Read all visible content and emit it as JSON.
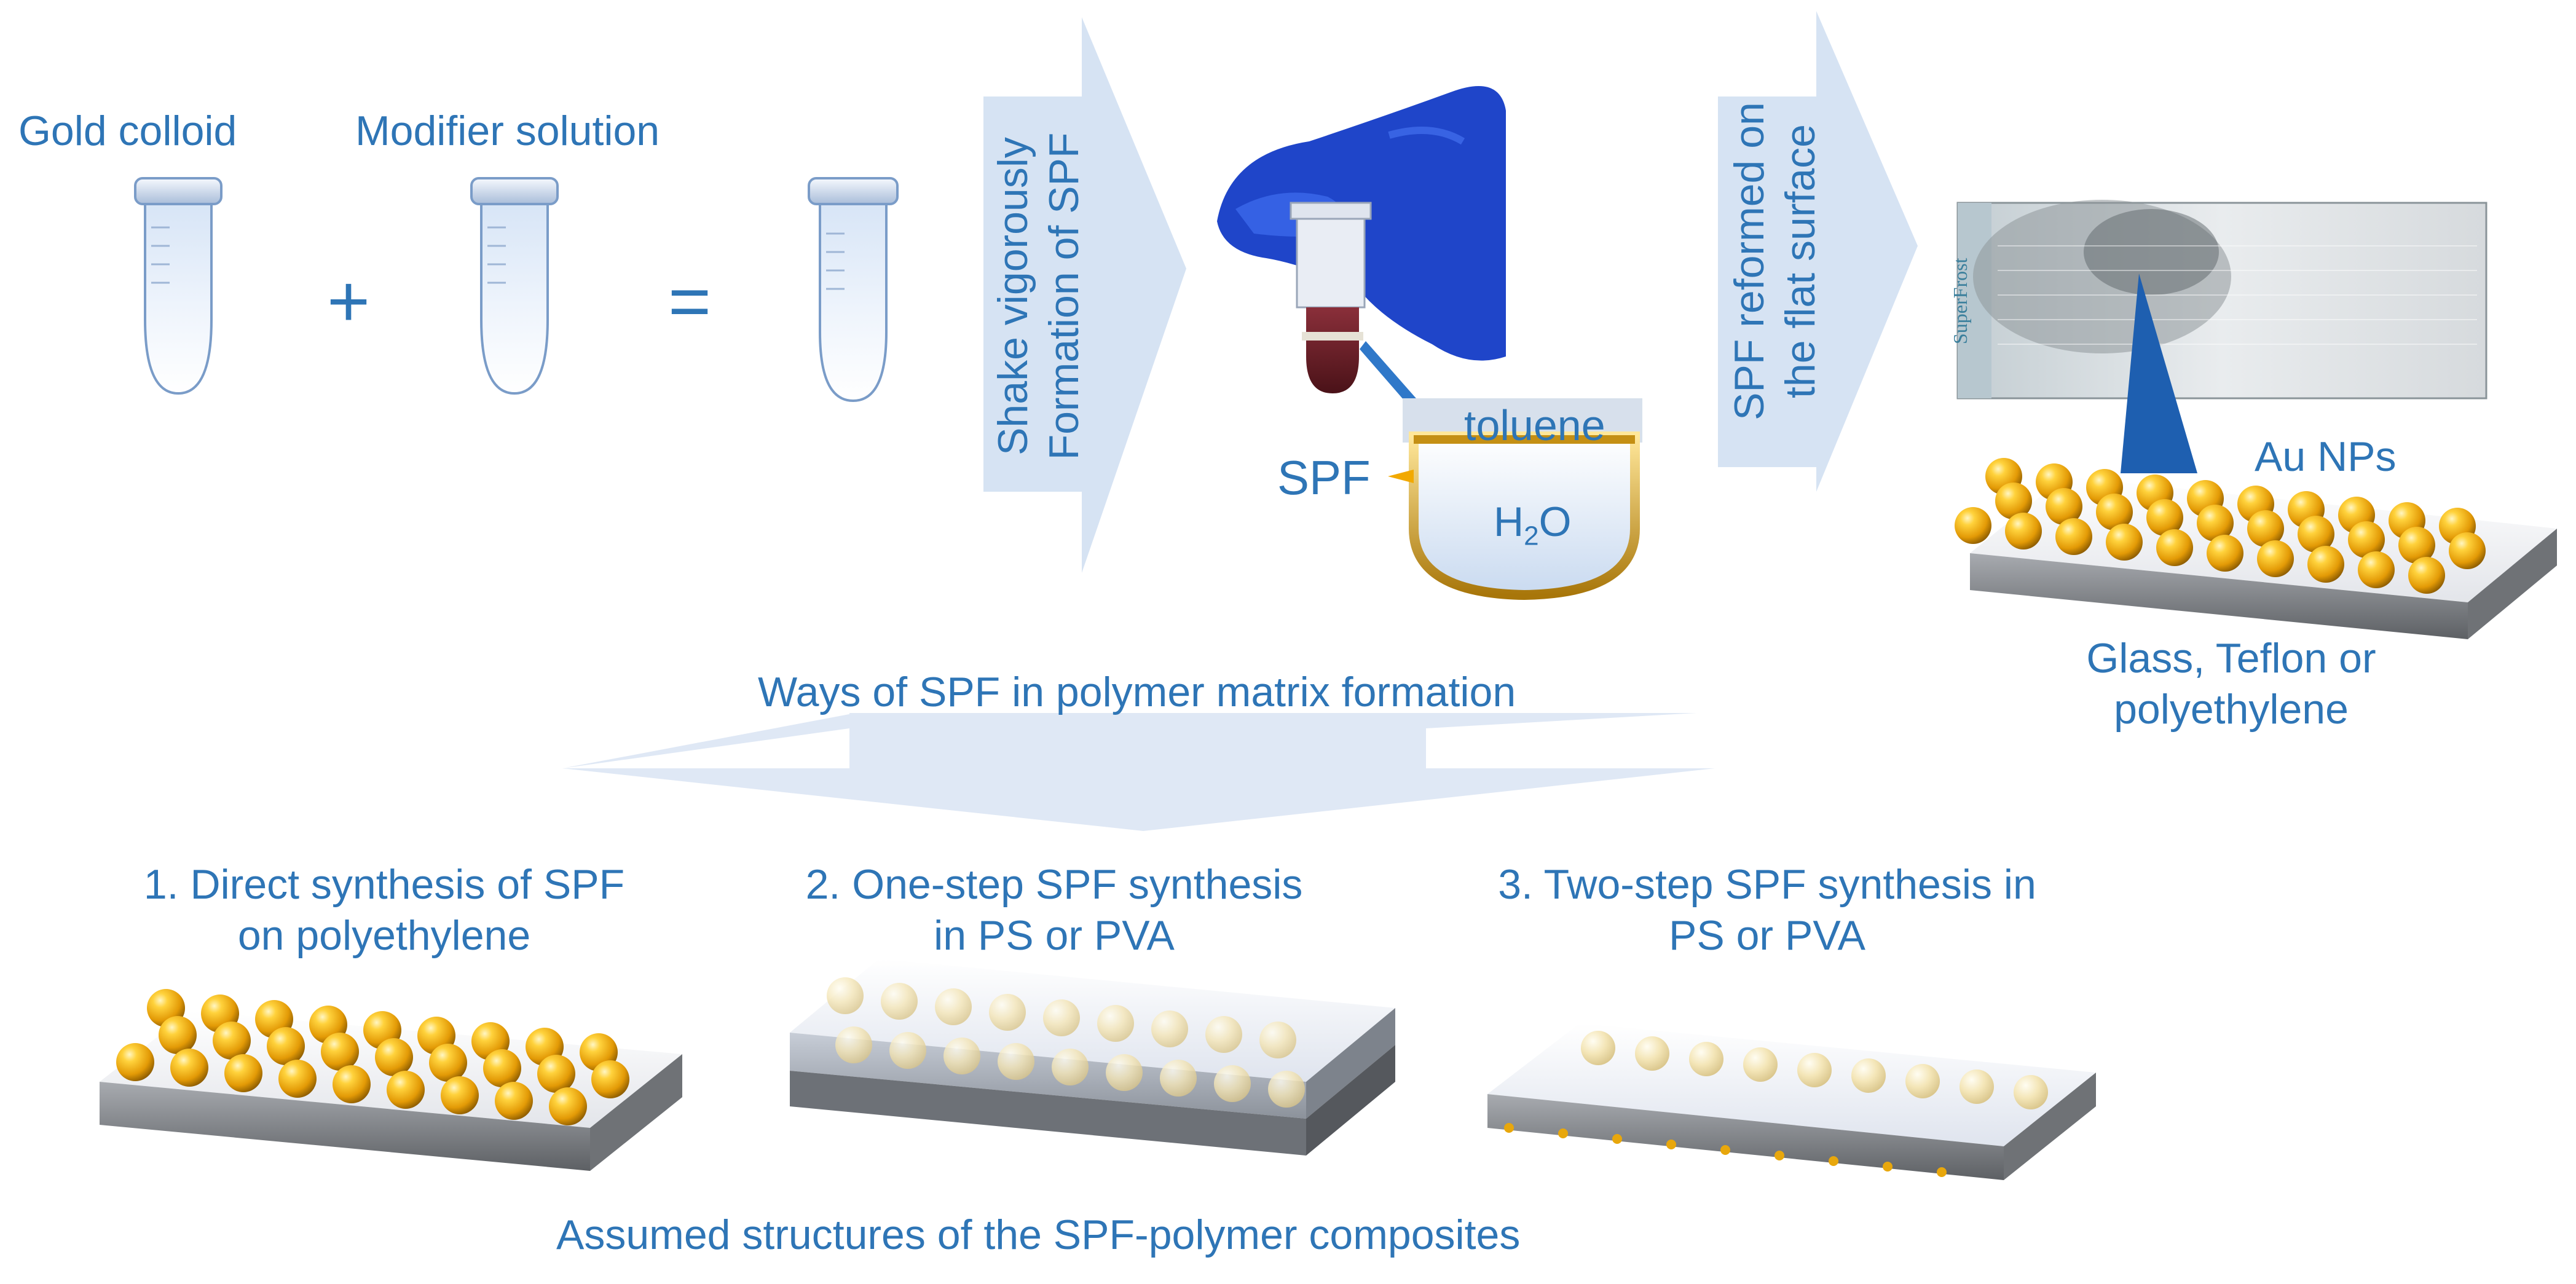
{
  "colors": {
    "label_text": "#2e75b6",
    "arrow_fill": "#d6e3f3",
    "gold_nanoparticle": "#e8a70c",
    "substrate": "#8f9296",
    "glove": "#1f45c9",
    "polymer_layer": "#e4e9f2"
  },
  "top_row": {
    "gold_colloid": "Gold colloid",
    "modifier_solution": "Modifier solution",
    "plus_sign": "+",
    "equals_sign": "=",
    "arrow1": {
      "line1": "Shake vigorously",
      "line2": "Formation of SPF"
    },
    "spf_label": "SPF",
    "toluene_label": "toluene",
    "water_label_main": "H",
    "water_label_sub": "2",
    "water_label_tail": "O",
    "arrow2": {
      "line1": "SPF reformed on",
      "line2": "the flat surface"
    },
    "slide_brand": "SuperFrost",
    "au_nps_label": "Au NPs",
    "substrate_caption": {
      "line1": "Glass, Teflon or",
      "line2": "polyethylene"
    }
  },
  "middle": {
    "ways_title": "Ways of SPF in polymer matrix formation"
  },
  "bottom_row": {
    "method1": {
      "line1": "1. Direct synthesis of SPF",
      "line2": "on polyethylene"
    },
    "method2": {
      "line1": "2. One-step SPF synthesis",
      "line2": "in PS or PVA"
    },
    "method3": {
      "line1": "3. Two-step SPF synthesis in",
      "line2": "PS or PVA"
    },
    "caption": "Assumed structures of the SPF-polymer composites"
  }
}
